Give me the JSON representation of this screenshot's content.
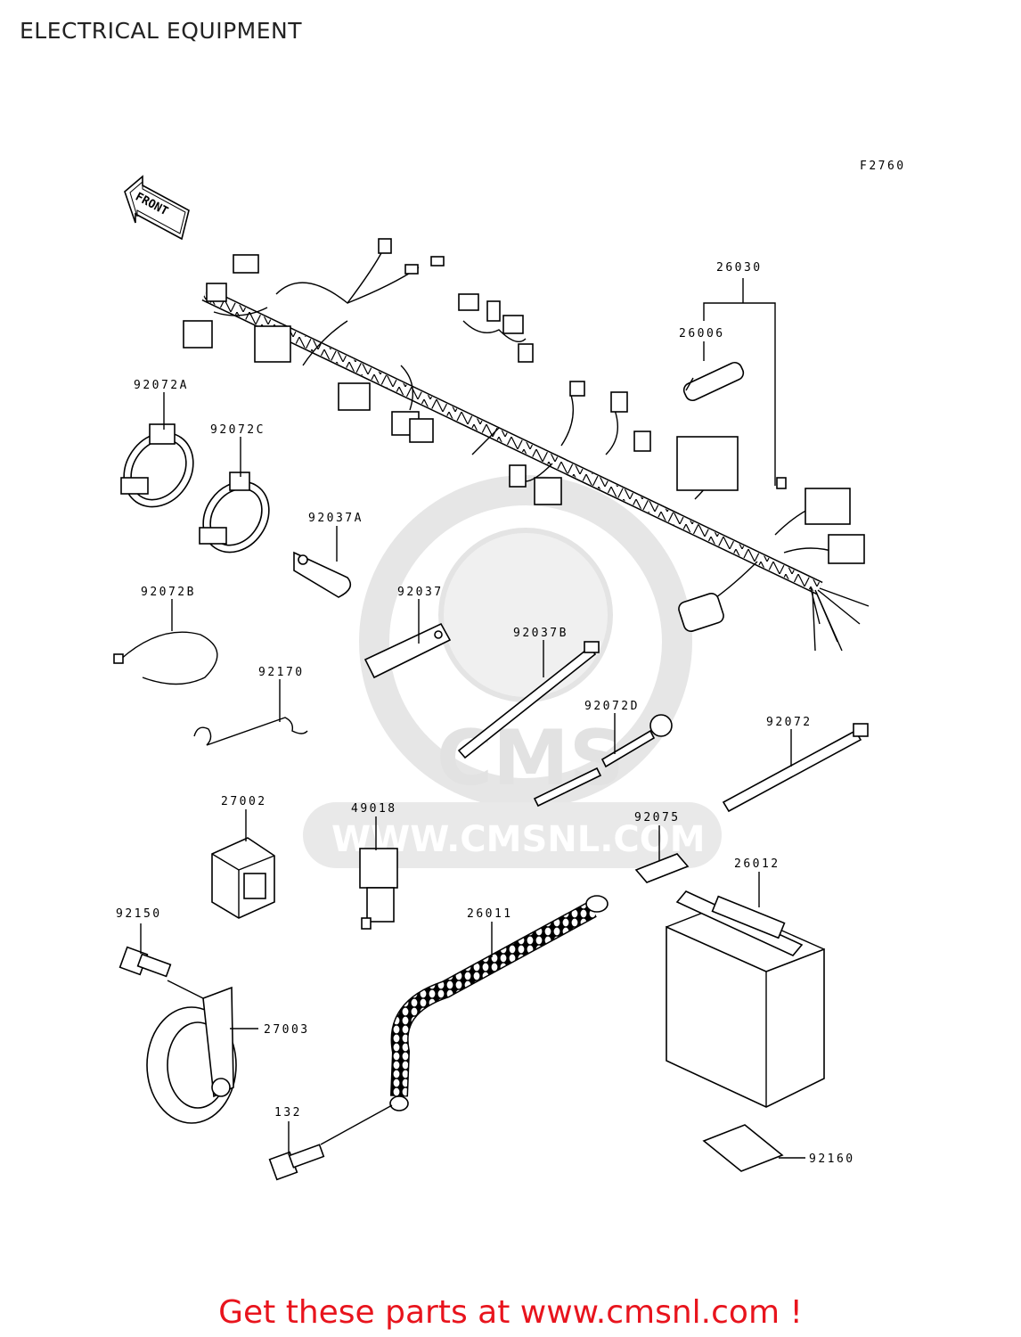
{
  "title": "ELECTRICAL EQUIPMENT",
  "figure_code": "F2760",
  "front_arrow_label": "FRONT",
  "watermark": {
    "logo_text": "CMS",
    "url_text": "WWW.CMSNL.COM"
  },
  "footer": "Get these parts at www.cmsnl.com !",
  "footer_color": "#e8141d",
  "callouts": [
    {
      "id": "26030",
      "label": "26030"
    },
    {
      "id": "26006",
      "label": "26006"
    },
    {
      "id": "92072A",
      "label": "92072A"
    },
    {
      "id": "92072C",
      "label": "92072C"
    },
    {
      "id": "92037A",
      "label": "92037A"
    },
    {
      "id": "92072B",
      "label": "92072B"
    },
    {
      "id": "92037",
      "label": "92037"
    },
    {
      "id": "92037B",
      "label": "92037B"
    },
    {
      "id": "92170",
      "label": "92170"
    },
    {
      "id": "92072D",
      "label": "92072D"
    },
    {
      "id": "92072",
      "label": "92072"
    },
    {
      "id": "27002",
      "label": "27002"
    },
    {
      "id": "49018",
      "label": "49018"
    },
    {
      "id": "92075",
      "label": "92075"
    },
    {
      "id": "26012",
      "label": "26012"
    },
    {
      "id": "92150",
      "label": "92150"
    },
    {
      "id": "26011",
      "label": "26011"
    },
    {
      "id": "27003",
      "label": "27003"
    },
    {
      "id": "132",
      "label": "132"
    },
    {
      "id": "92160",
      "label": "92160"
    }
  ]
}
